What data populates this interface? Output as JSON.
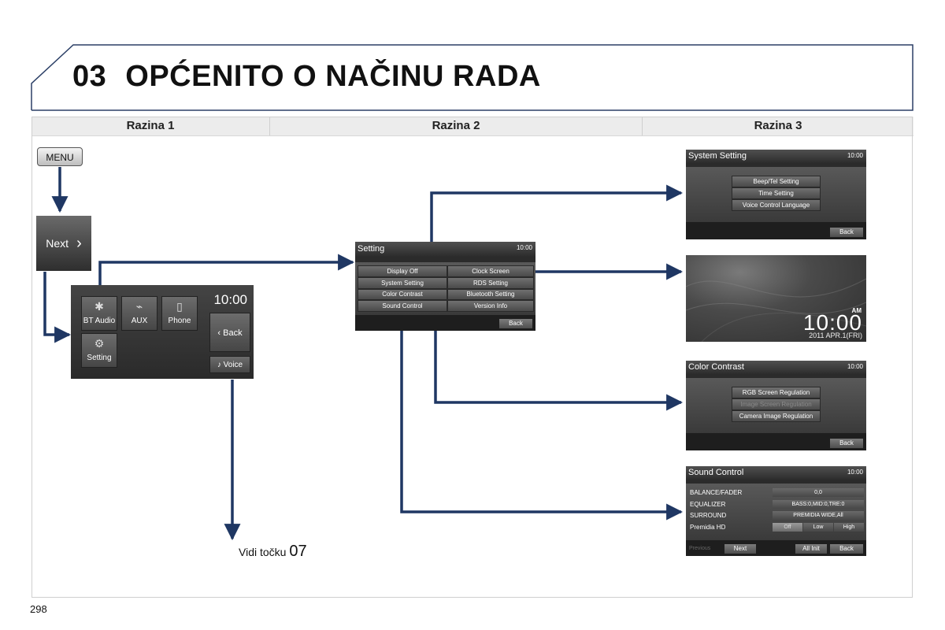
{
  "header": {
    "chapter_number": "03",
    "title": "OPĆENITO O NAČINU RADA"
  },
  "columns": [
    "Razina 1",
    "Razina 2",
    "Razina 3"
  ],
  "level1": {
    "menu_button": "MENU",
    "next_button": "Next",
    "main_menu": {
      "time": "10:00",
      "tiles": [
        "BT Audio",
        "AUX",
        "Phone",
        "Setting"
      ],
      "back": "Back",
      "voice": "Voice"
    },
    "reference": {
      "text": "Vidi točku",
      "number": "07"
    }
  },
  "setting_screen": {
    "title": "Setting",
    "time": "10:00",
    "options_left": [
      "Display Off",
      "System Setting",
      "Color Contrast",
      "Sound Control"
    ],
    "options_right": [
      "Clock Screen",
      "RDS Setting",
      "Bluetooth Setting",
      "Version Info"
    ],
    "back": "Back"
  },
  "system_setting": {
    "title": "System Setting",
    "time": "10:00",
    "options": [
      "Beep/Tel Setting",
      "Time Setting",
      "Voice Control Language"
    ],
    "back": "Back"
  },
  "clock_screen": {
    "ampm": "AM",
    "time": "10:00",
    "date": "2011 APR.1(FRI)"
  },
  "color_contrast": {
    "title": "Color Contrast",
    "time": "10:00",
    "options": [
      "RGB Screen Regulation",
      "Image Screen Regulation",
      "Camera Image Regulation"
    ],
    "back": "Back"
  },
  "sound_control": {
    "title": "Sound Control",
    "time": "10:00",
    "rows": [
      {
        "label": "BALANCE/FADER",
        "value": "0,0"
      },
      {
        "label": "EQUALIZER",
        "value": "BASS:0,MID:0,TRE:0"
      },
      {
        "label": "SURROUND",
        "value": "PREMIDIA WIDE,All"
      },
      {
        "label": "Premidia HD",
        "value": ""
      }
    ],
    "premidia_options": [
      "Off",
      "Low",
      "High"
    ],
    "footer": {
      "previous": "Previous",
      "next": "Next",
      "all_init": "All Init",
      "back": "Back"
    }
  },
  "page_number": "298"
}
